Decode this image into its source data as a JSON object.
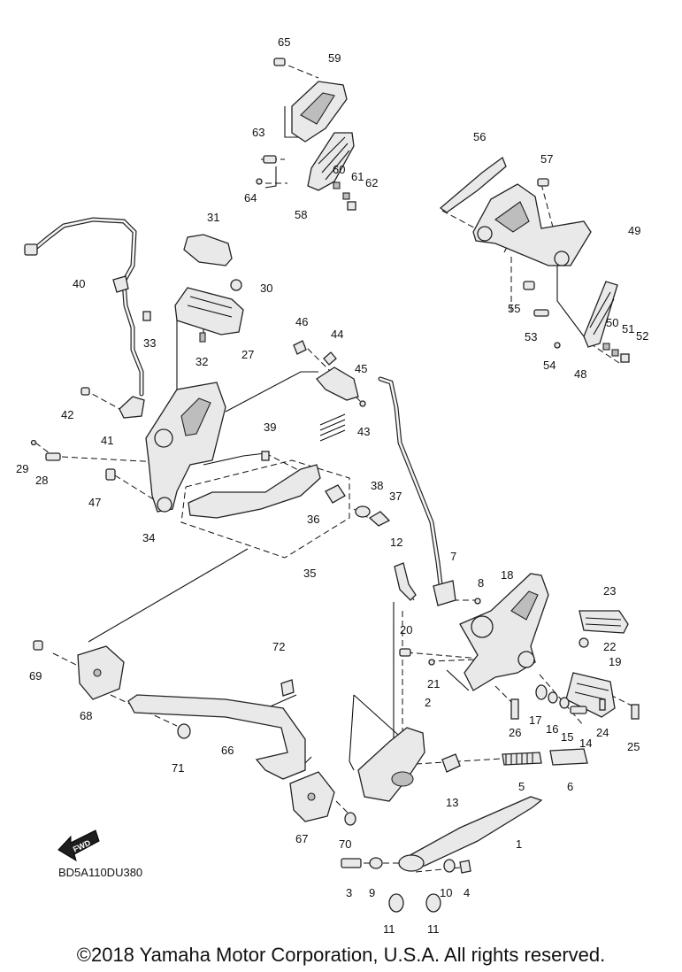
{
  "diagram_code": "BD5A110DU380",
  "copyright": "©2018 Yamaha Motor Corporation, U.S.A. All rights reserved.",
  "fwd_label": "FWD",
  "icon": "fwd-arrow-icon",
  "part_labels": {
    "1": "1",
    "2": "2",
    "3": "3",
    "4": "4",
    "5": "5",
    "6": "6",
    "7": "7",
    "8": "8",
    "9": "9",
    "10": "10",
    "11": "11",
    "12": "12",
    "13": "13",
    "14": "14",
    "15": "15",
    "16": "16",
    "17": "17",
    "18": "18",
    "19": "19",
    "20": "20",
    "21": "21",
    "22": "22",
    "23": "23",
    "24": "24",
    "25": "25",
    "26": "26",
    "27": "27",
    "28": "28",
    "29": "29",
    "30": "30",
    "31": "31",
    "32": "32",
    "33": "33",
    "34": "34",
    "35": "35",
    "36": "36",
    "37": "37",
    "38": "38",
    "39": "39",
    "40": "40",
    "41": "41",
    "42": "42",
    "43": "43",
    "44": "44",
    "45": "45",
    "46": "46",
    "47": "47",
    "48": "48",
    "49": "49",
    "50": "50",
    "51": "51",
    "52": "52",
    "53": "53",
    "54": "54",
    "55": "55",
    "56": "56",
    "57": "57",
    "58": "58",
    "59": "59",
    "60": "60",
    "61": "61",
    "62": "62",
    "63": "63",
    "64": "64",
    "65": "65",
    "66": "66",
    "67": "67",
    "68": "68",
    "69": "69",
    "70": "70",
    "71": "71",
    "72": "72"
  }
}
